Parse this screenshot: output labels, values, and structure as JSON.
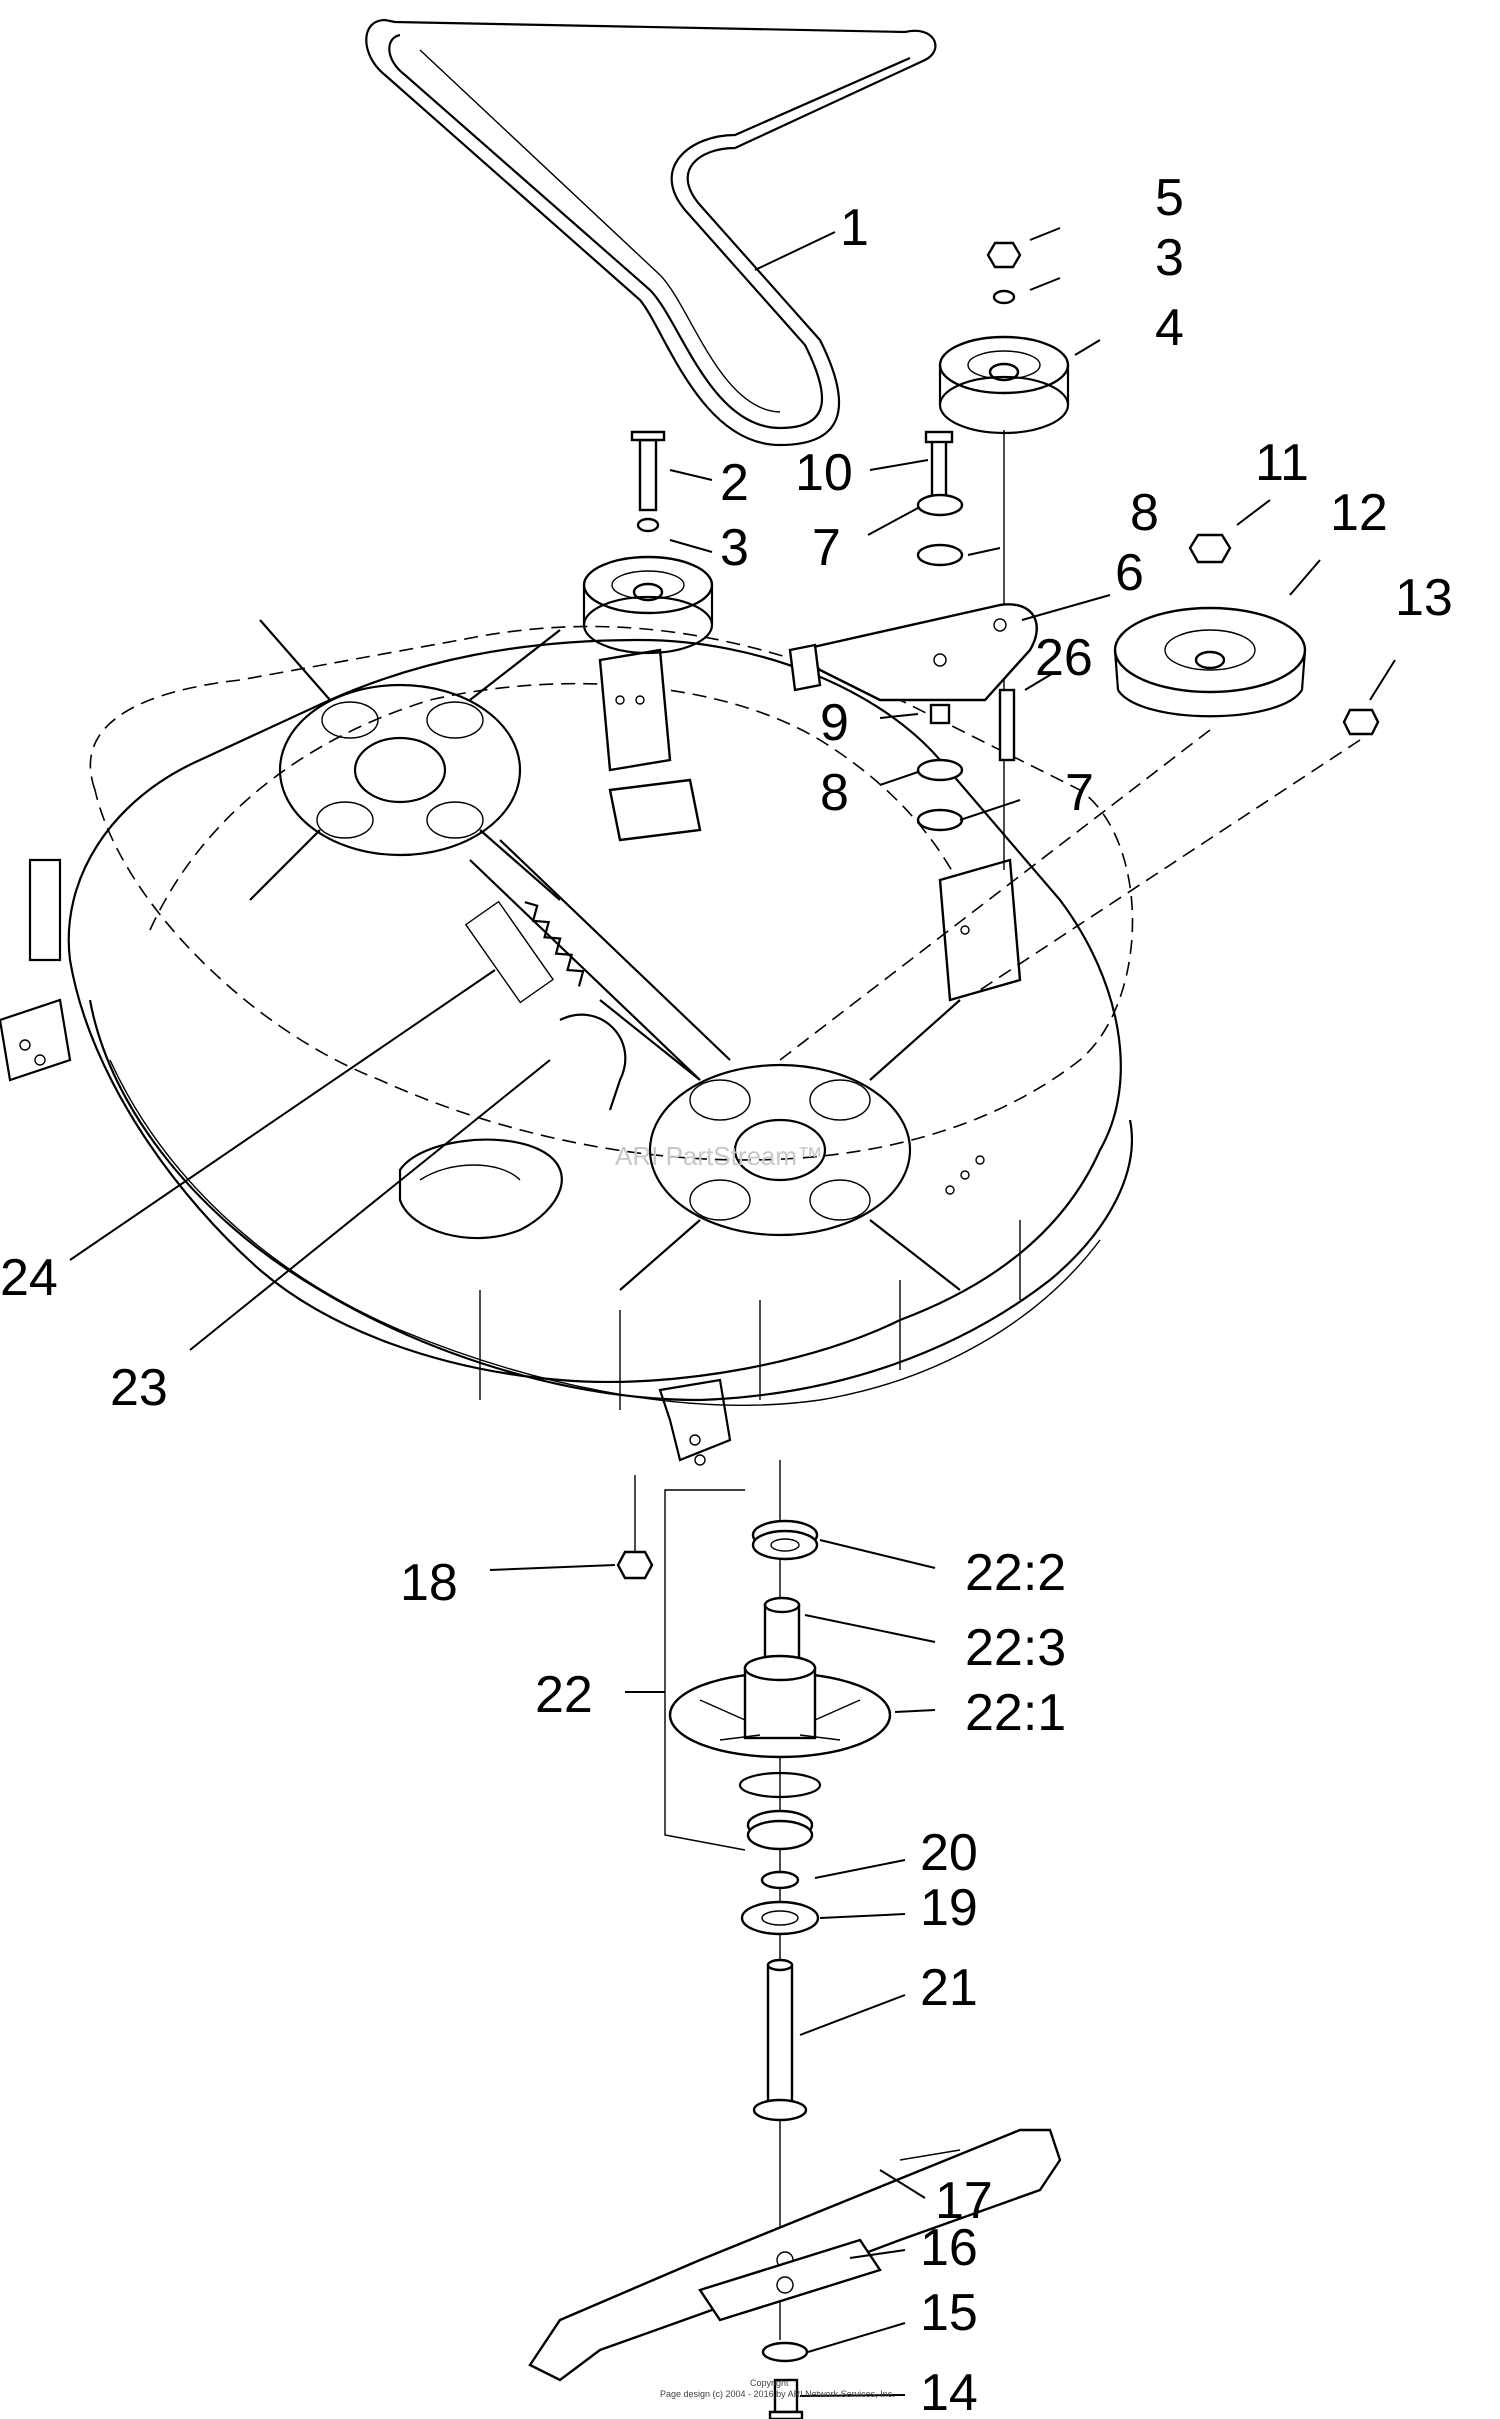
{
  "callouts": {
    "c1": "1",
    "c5": "5",
    "c3a": "3",
    "c4": "4",
    "c2": "2",
    "c10": "10",
    "c3b": "3",
    "c7a": "7",
    "c8a": "8",
    "c6": "6",
    "c11": "11",
    "c12": "12",
    "c13": "13",
    "c26": "26",
    "c9": "9",
    "c8b": "8",
    "c7b": "7",
    "c24": "24",
    "c23": "23",
    "c18": "18",
    "c22_2": "22:2",
    "c22_3": "22:3",
    "c22": "22",
    "c22_1": "22:1",
    "c20": "20",
    "c19": "19",
    "c21": "21",
    "c17": "17",
    "c16": "16",
    "c15": "15",
    "c14": "14"
  },
  "watermark": "ARI PartStream™",
  "footer": {
    "line1": "Copyright",
    "line2": "Page design (c) 2004 - 2016 by ARI Network Services, Inc."
  }
}
